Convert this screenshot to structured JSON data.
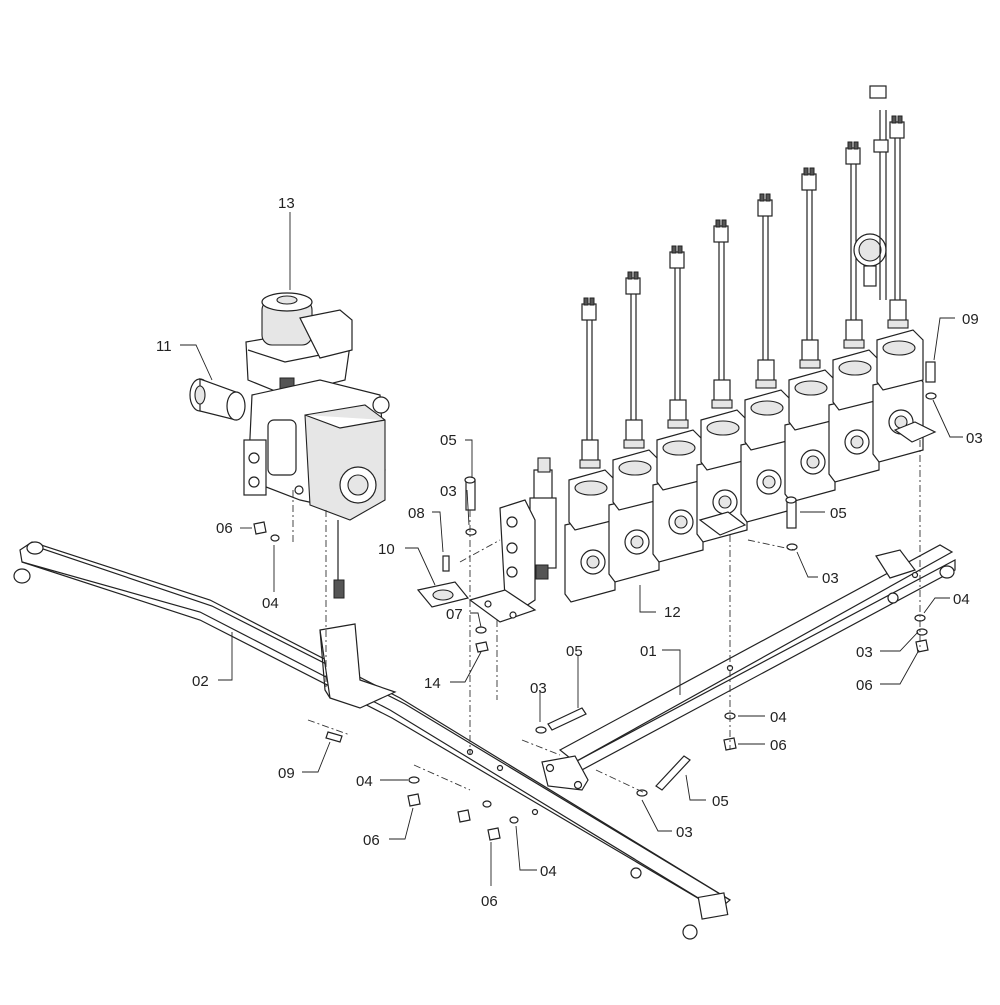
{
  "callouts": {
    "c01": "01",
    "c02": "02",
    "c03a": "03",
    "c03b": "03",
    "c03c": "03",
    "c03d": "03",
    "c03e": "03",
    "c03f": "03",
    "c04a": "04",
    "c04b": "04",
    "c04c": "04",
    "c04d": "04",
    "c04e": "04",
    "c05a": "05",
    "c05b": "05",
    "c05c": "05",
    "c05d": "05",
    "c06a": "06",
    "c06b": "06",
    "c06c": "06",
    "c06d": "06",
    "c06e": "06",
    "c07": "07",
    "c08": "08",
    "c09a": "09",
    "c09b": "09",
    "c10": "10",
    "c11": "11",
    "c12": "12",
    "c13": "13",
    "c14": "14"
  }
}
